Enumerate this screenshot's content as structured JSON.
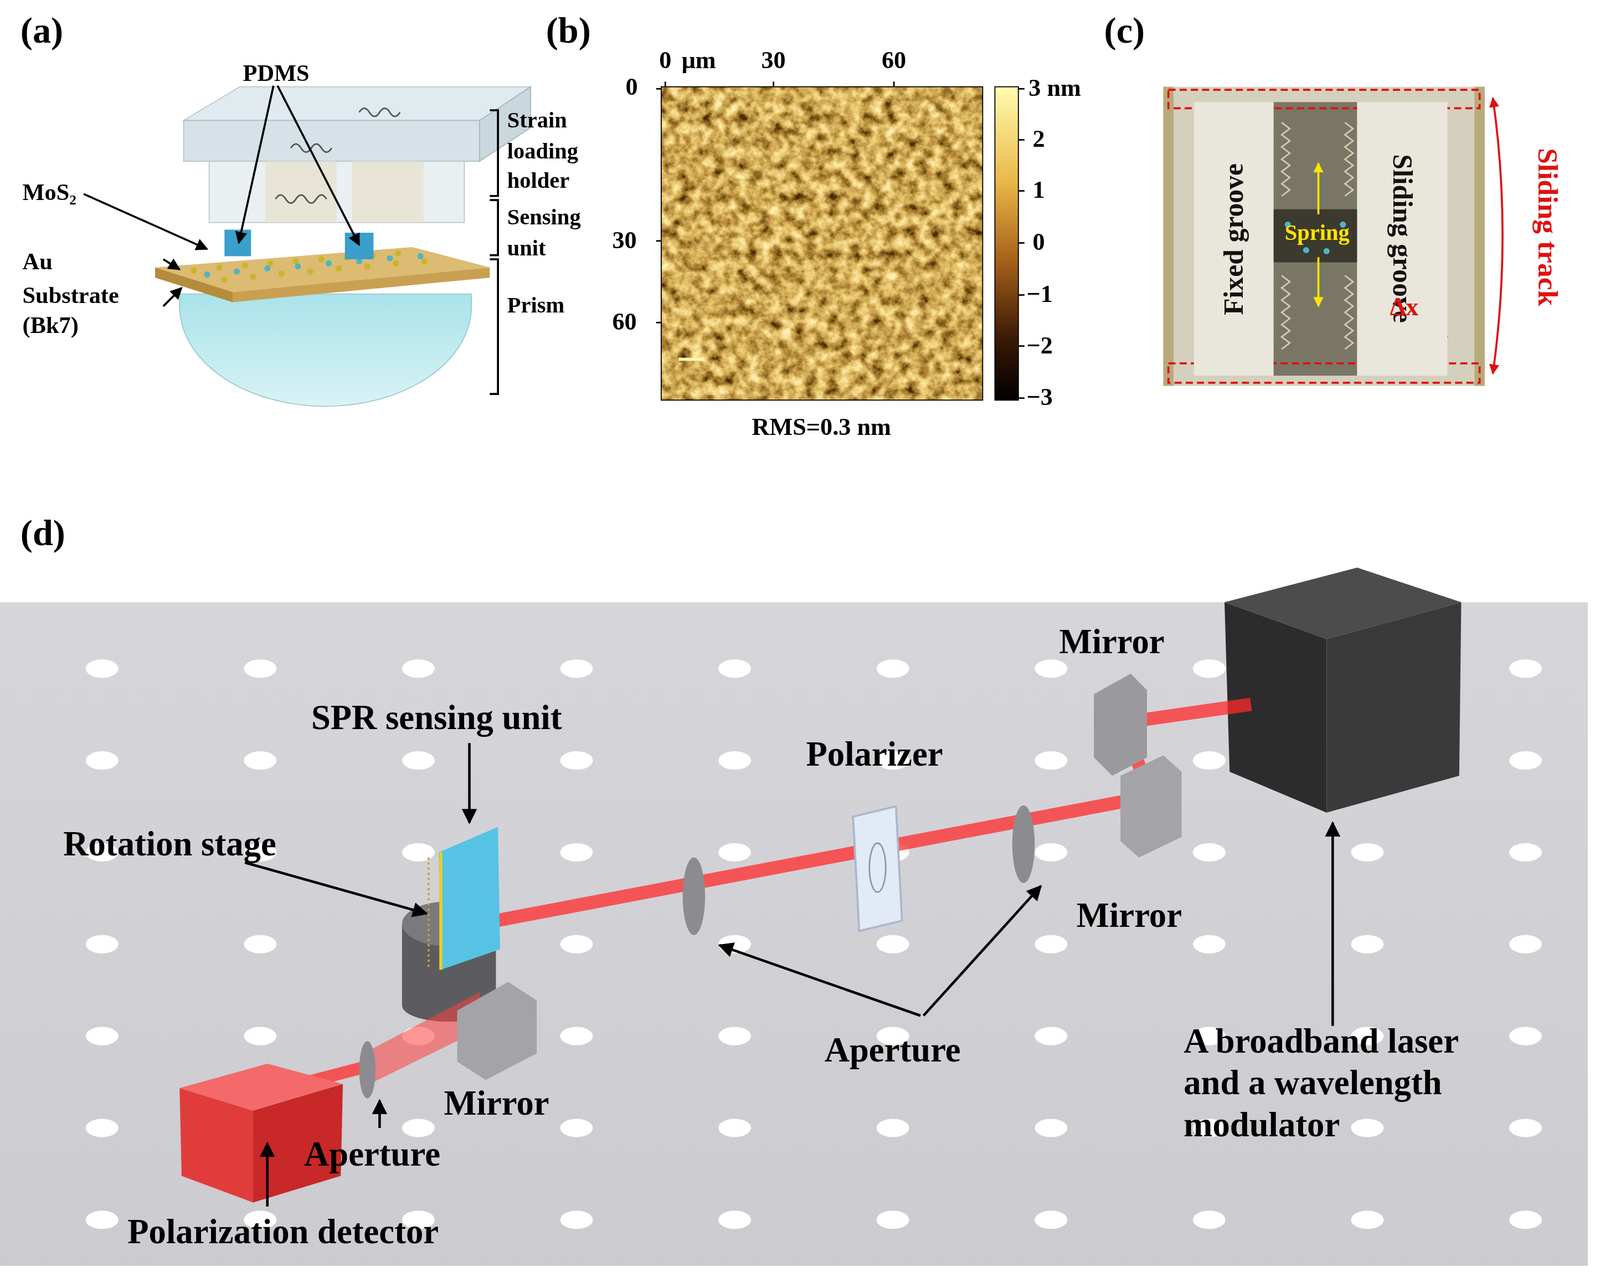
{
  "diagram": {
    "nodes": [
      {
        "text": [
          "Fixed groove"
        ]
      },
      {
        "text": [
          "Sliding groove"
        ]
      }
    ],
    "labels": [
      "(a)",
      "PDMS",
      "MoS₂",
      "Au",
      "Substrate (Bk7)",
      "Strain loading holder",
      "Sensing unit",
      "Prism",
      "(b)",
      "0",
      "μm",
      "30",
      "60",
      "0",
      "30",
      "60",
      "3 nm",
      "2",
      "1",
      "0",
      "−1",
      "−2",
      "−3",
      "RMS=0.3 nm",
      "(c)",
      "Spring",
      "Δx",
      "Sliding track",
      "(d)",
      "Mirror",
      "SPR sensing unit",
      "Polarizer",
      "Rotation stage",
      "Mirror",
      "Aperture",
      "Mirror",
      "Aperture",
      "Polarization detector",
      "A broadband laser and a wavelength modulator"
    ]
  }
}
